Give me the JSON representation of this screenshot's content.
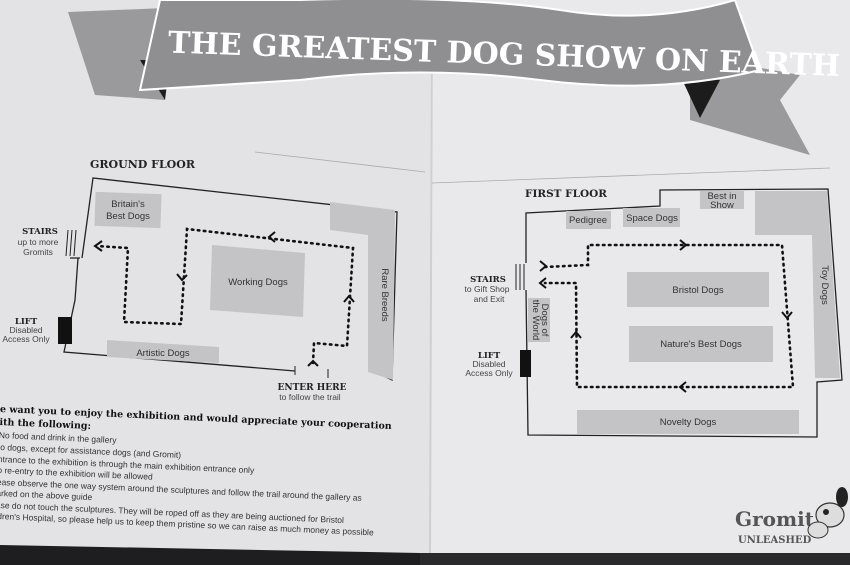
{
  "banner": {
    "title": "THE GREATEST DOG SHOW ON EARTH !"
  },
  "ground_floor": {
    "heading": "GROUND FLOOR",
    "rooms": {
      "britains_best_1": "Britain's",
      "britains_best_2": "Best Dogs",
      "working": "Working Dogs",
      "rare": "Rare Breeds",
      "artistic": "Artistic Dogs"
    },
    "stairs": {
      "title": "STAIRS",
      "line1": "up to more",
      "line2": "Gromits"
    },
    "lift": {
      "title": "LIFT",
      "line1": "Disabled",
      "line2": "Access Only"
    },
    "entrance": {
      "title": "ENTER HERE",
      "subtitle": "to follow the trail"
    }
  },
  "first_floor": {
    "heading": "FIRST FLOOR",
    "rooms": {
      "pedigree": "Pedigree",
      "space": "Space Dogs",
      "best_in_show_1": "Best in",
      "best_in_show_2": "Show",
      "toy": "Toy Dogs",
      "bristol": "Bristol Dogs",
      "natures_best": "Nature's Best Dogs",
      "dogs_world_1": "Dogs of",
      "dogs_world_2": "the World",
      "novelty": "Novelty Dogs"
    },
    "stairs": {
      "title": "STAIRS",
      "line1": "to Gift Shop",
      "line2": "and Exit"
    },
    "lift": {
      "title": "LIFT",
      "line1": "Disabled",
      "line2": "Access Only"
    }
  },
  "rules": {
    "heading_1": "e want you to enjoy the exhibition and would appreciate your cooperation",
    "heading_2": "ith the following:",
    "lines": [
      "No food and drink in the gallery",
      "lo dogs, except for assistance dogs (and Gromit)",
      "ntrance to the exhibition is through the main exhibition entrance only",
      "o re-entry to the exhibition will be allowed",
      "ease observe the one way system around the sculptures and follow the trail around the gallery as",
      "arked on the above guide",
      "ase do not touch the sculptures. They will be roped off as they are being auctioned for Bristol",
      "ldren's Hospital, so please help us to keep them pristine so we can raise as much money as possible"
    ]
  },
  "logo": {
    "line1": "Gromit",
    "line2": "UNLEASHED"
  }
}
